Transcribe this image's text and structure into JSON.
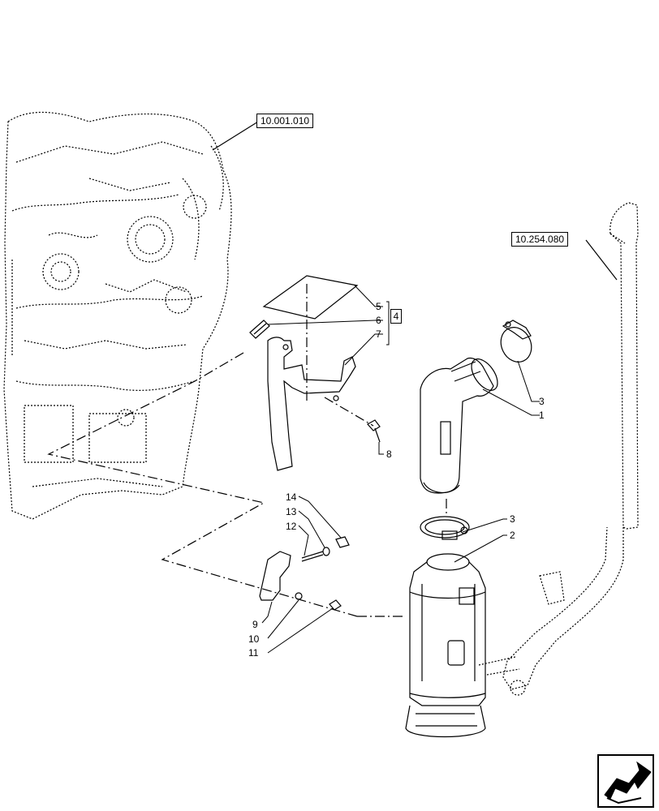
{
  "references": {
    "engine_ref": "10.001.010",
    "exhaust_ref": "10.254.080"
  },
  "callouts": {
    "c1": "1",
    "c2": "2",
    "c3a": "3",
    "c3b": "3",
    "c4": "4",
    "c5": "5",
    "c6": "6",
    "c7": "7",
    "c8": "8",
    "c9": "9",
    "c10": "10",
    "c11": "11",
    "c12": "12",
    "c13": "13",
    "c14": "14"
  },
  "icons": {
    "nav": "next-page-arrow-icon"
  }
}
